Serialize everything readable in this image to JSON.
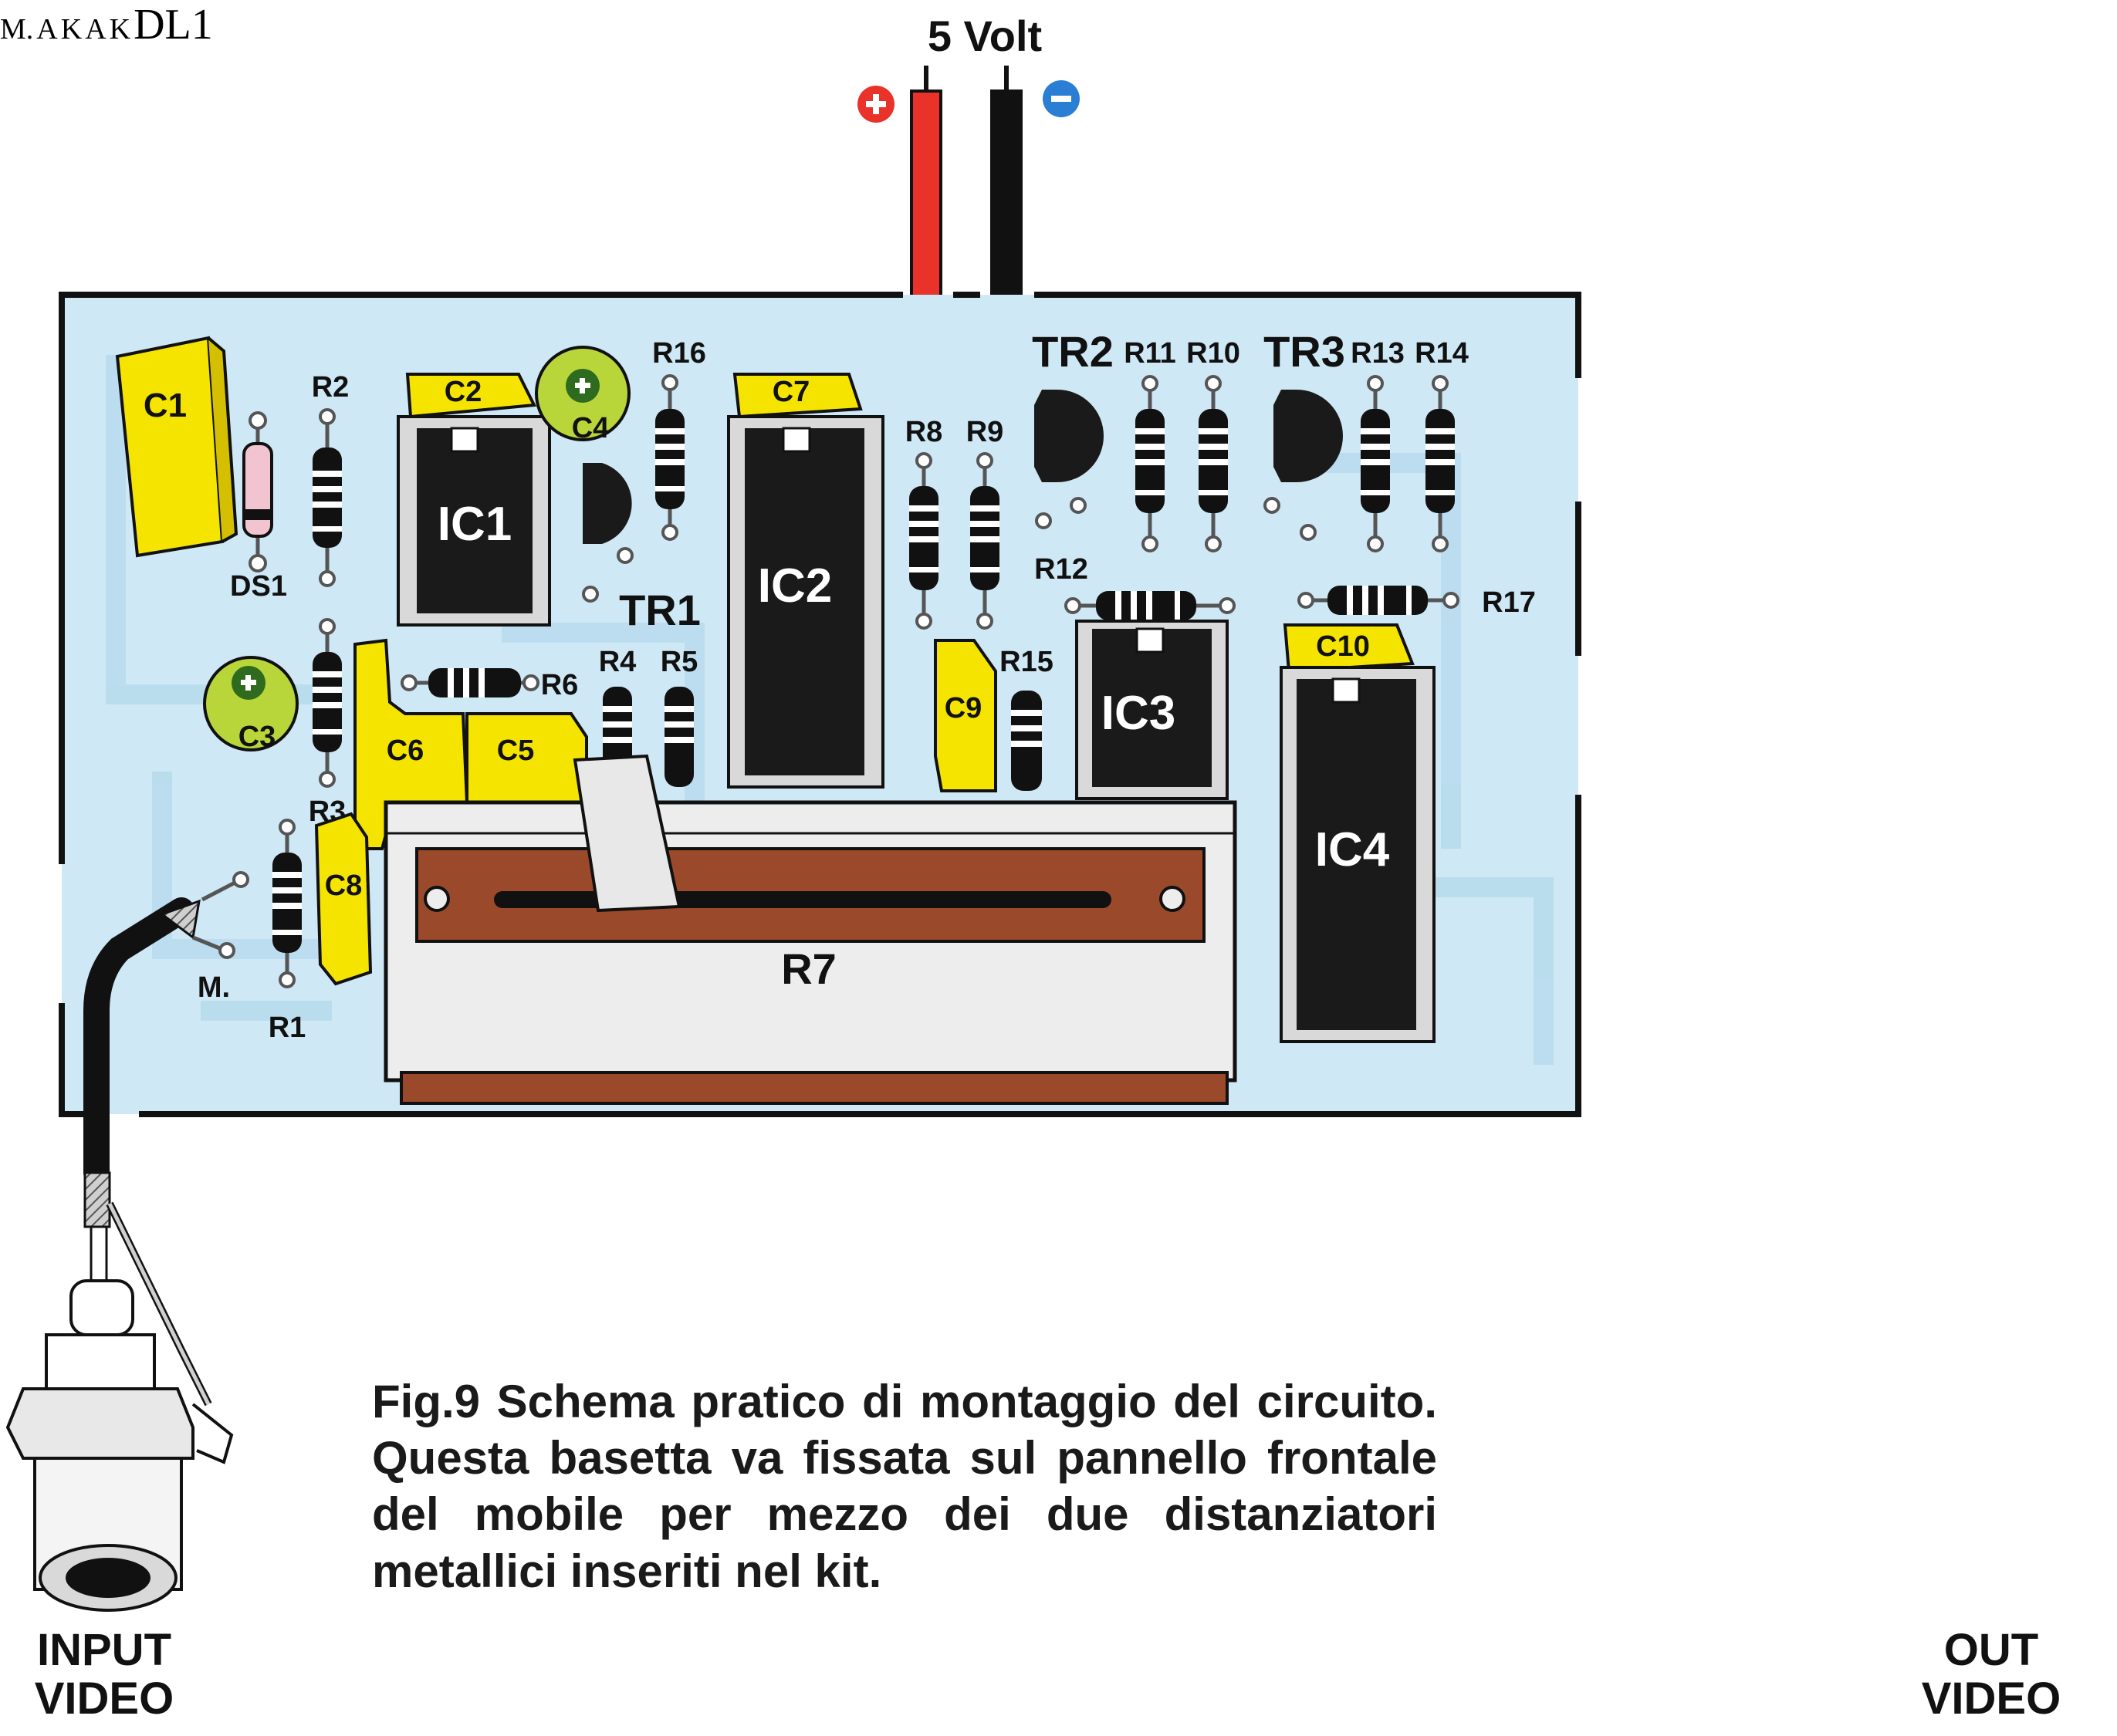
{
  "supply": {
    "label": "5 Volt",
    "plus": "+",
    "minus": "−"
  },
  "caption": "Fig.9 Schema pratico di montaggio del circuito. Questa basetta va fissata sul pannello frontale del mobile per mezzo dei due distanziatori metallici inseriti nel kit.",
  "terminals": {
    "m_right": "M.",
    "m_left": "M.",
    "a": "A",
    "k": "K",
    "led_a": "A",
    "led_k": "K"
  },
  "io": {
    "input": "INPUT\nVIDEO",
    "output": "OUT\nVIDEO",
    "led": "DL1"
  },
  "components": {
    "C1": "C1",
    "C2": "C2",
    "C3": "C3",
    "C4": "C4",
    "C5": "C5",
    "C6": "C6",
    "C7": "C7",
    "C8": "C8",
    "C9": "C9",
    "C10": "C10",
    "R1": "R1",
    "R2": "R2",
    "R3": "R3",
    "R4": "R4",
    "R5": "R5",
    "R6": "R6",
    "R7": "R7",
    "R8": "R8",
    "R9": "R9",
    "R10": "R10",
    "R11": "R11",
    "R12": "R12",
    "R13": "R13",
    "R14": "R14",
    "R15": "R15",
    "R16": "R16",
    "R17": "R17",
    "IC1": "IC1",
    "IC2": "IC2",
    "IC3": "IC3",
    "IC4": "IC4",
    "TR1": "TR1",
    "TR2": "TR2",
    "TR3": "TR3",
    "DS1": "DS1"
  },
  "colors": {
    "board": "#cfe8f5",
    "board_trace": "#b8dcee",
    "capacitor": "#f5e400",
    "electrolytic": "#b8d63a",
    "ic": "#1a1a1a",
    "wire_red": "#e8322a",
    "wire_black": "#111111",
    "slider_body": "#ededed",
    "slider_track": "#9a4a2a",
    "led": "#e8442e"
  }
}
